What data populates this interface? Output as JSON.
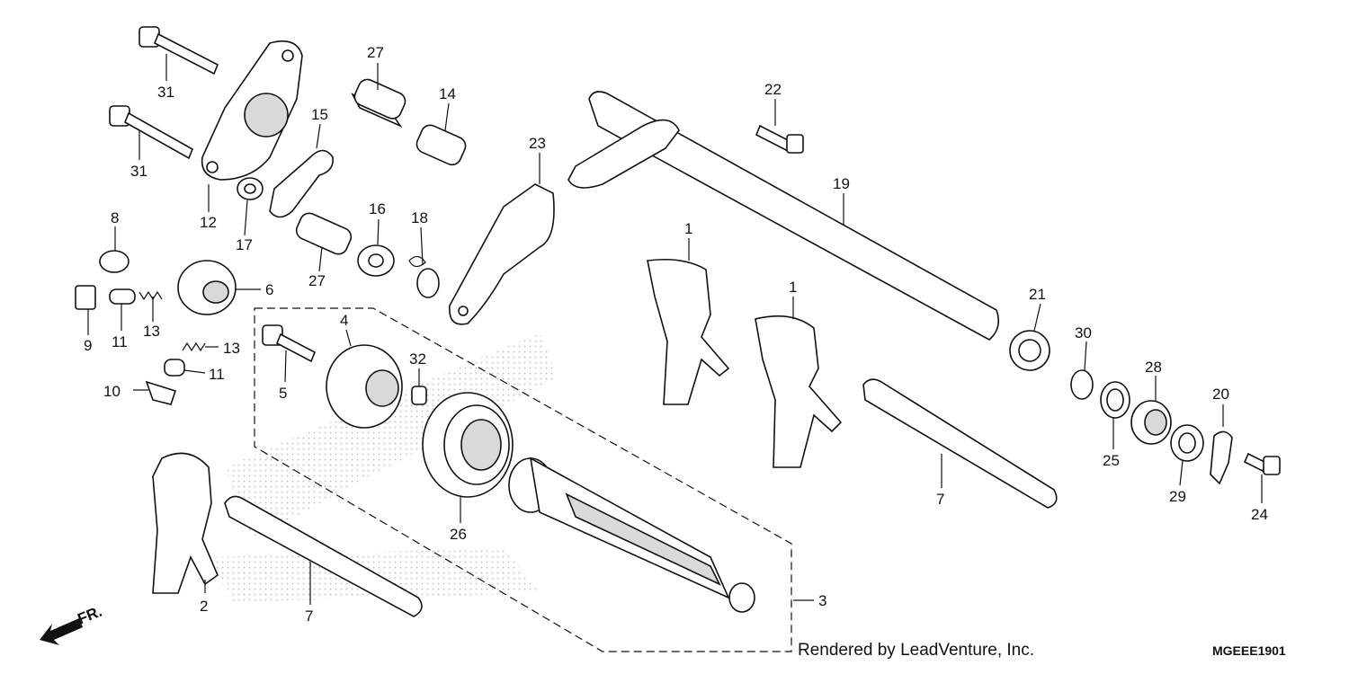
{
  "credit": "Rendered by LeadVenture, Inc.",
  "diagram_code": "MGEEE1901",
  "direction_label": "FR.",
  "callouts": {
    "c31a": "31",
    "c31b": "31",
    "c12": "12",
    "c17": "17",
    "c15": "15",
    "c27a": "27",
    "c14": "14",
    "c23": "23",
    "c16": "16",
    "c18": "18",
    "c27b": "27",
    "c8": "8",
    "c6": "6",
    "c9": "9",
    "c11a": "11",
    "c13a": "13",
    "c13b": "13",
    "c11b": "11",
    "c10": "10",
    "c4": "4",
    "c5": "5",
    "c32": "32",
    "c26": "26",
    "c3": "3",
    "c2": "2",
    "c7a": "7",
    "c22": "22",
    "c19": "19",
    "c1a": "1",
    "c1b": "1",
    "c7b": "7",
    "c21": "21",
    "c30": "30",
    "c28": "28",
    "c25": "25",
    "c20": "20",
    "c29": "29",
    "c24": "24"
  }
}
